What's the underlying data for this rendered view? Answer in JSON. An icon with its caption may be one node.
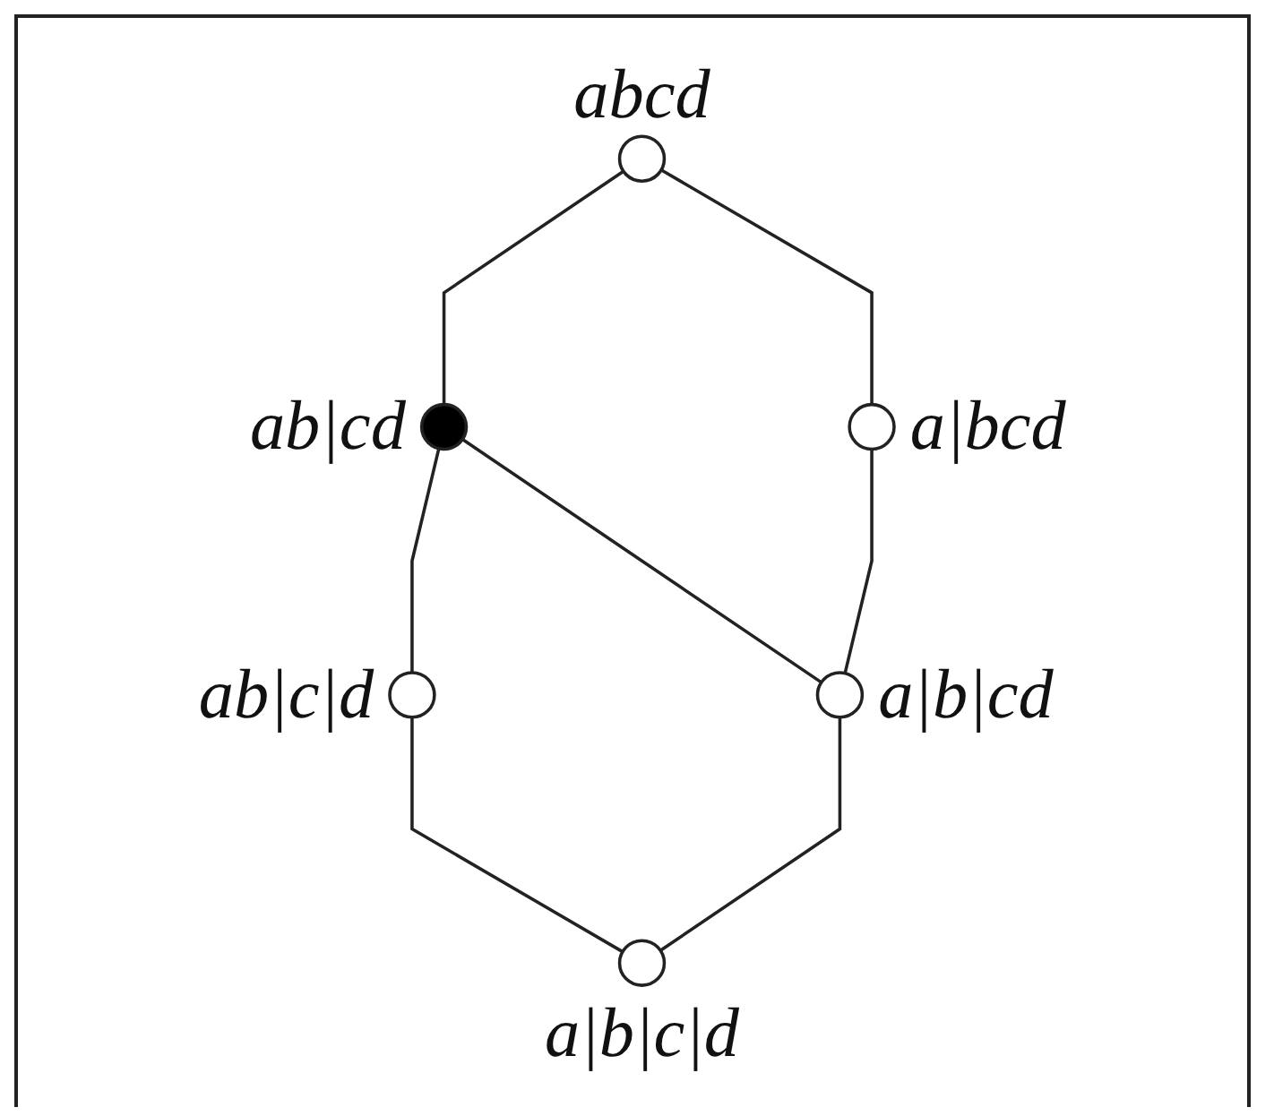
{
  "diagram": {
    "nodes": [
      {
        "text": [],
        "shape": "circle",
        "beside": [
          "abcd"
        ]
      },
      {
        "text": [],
        "shape": "circle",
        "beside": [
          "ab|cd"
        ]
      },
      {
        "text": [],
        "shape": "circle",
        "beside": [
          "a|bcd"
        ]
      },
      {
        "text": [],
        "shape": "circle",
        "beside": [
          "ab|c|d"
        ]
      },
      {
        "text": [],
        "shape": "circle",
        "beside": [
          "a|b|cd"
        ]
      },
      {
        "text": [],
        "shape": "circle",
        "beside": [
          "a|b|c|d"
        ]
      }
    ],
    "edges": [
      {
        "from": 0,
        "to": 1,
        "arrow": "none"
      },
      {
        "from": 0,
        "to": 2,
        "arrow": "none"
      },
      {
        "from": 1,
        "to": 3,
        "arrow": "none"
      },
      {
        "from": 1,
        "to": 4,
        "arrow": "none"
      },
      {
        "from": 2,
        "to": 4,
        "arrow": "none"
      },
      {
        "from": 3,
        "to": 5,
        "arrow": "none"
      },
      {
        "from": 4,
        "to": 5,
        "arrow": "none"
      }
    ]
  }
}
